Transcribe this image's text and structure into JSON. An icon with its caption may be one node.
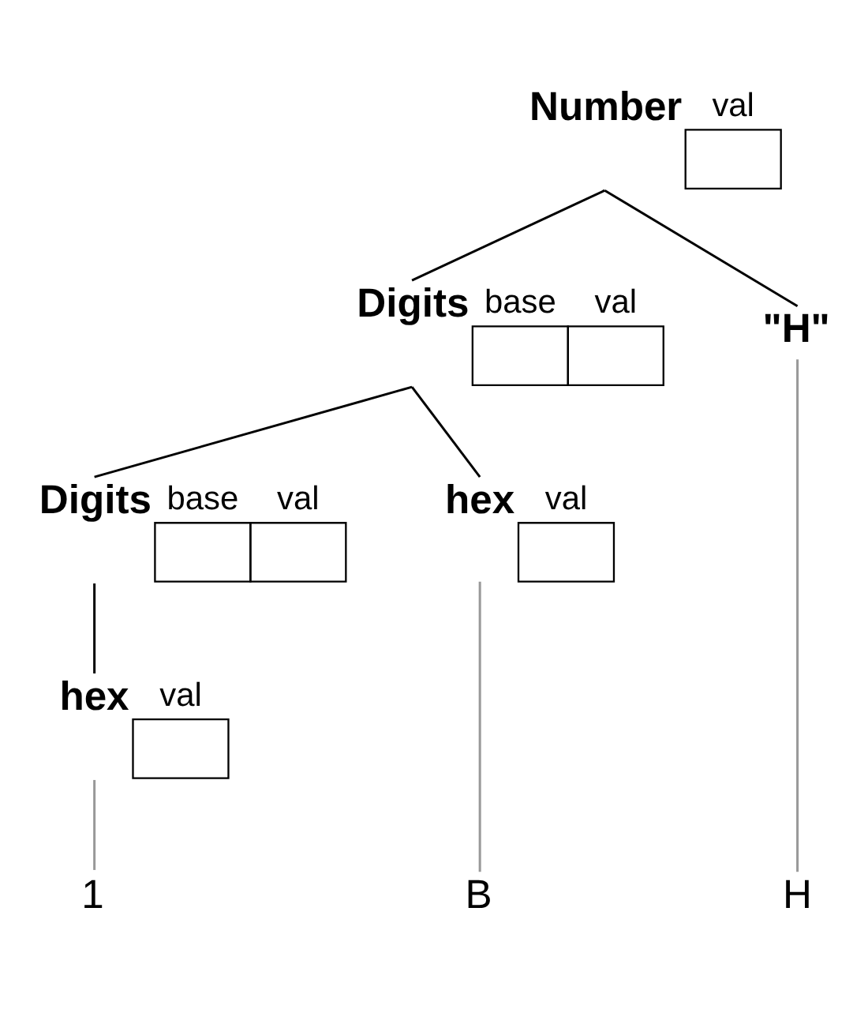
{
  "diagram": {
    "nodes": [
      {
        "text": [
          "Number"
        ],
        "beside": [
          "val"
        ]
      },
      {
        "text": [
          "Digits"
        ],
        "beside": [
          "base",
          "val"
        ]
      },
      {
        "text": [
          "\"H\""
        ]
      },
      {
        "text": [
          "Digits"
        ],
        "beside": [
          "base",
          "val"
        ]
      },
      {
        "text": [
          "hex"
        ],
        "beside": [
          "val"
        ]
      },
      {
        "text": [
          "hex"
        ],
        "beside": [
          "val"
        ]
      },
      {
        "text": [
          "1"
        ]
      },
      {
        "text": [
          "B"
        ]
      },
      {
        "text": [
          "H"
        ]
      }
    ],
    "edges": [
      {
        "from": 0,
        "to": 1,
        "arrow": "none"
      },
      {
        "from": 0,
        "to": 2,
        "arrow": "none"
      },
      {
        "from": 1,
        "to": 3,
        "arrow": "none"
      },
      {
        "from": 1,
        "to": 4,
        "arrow": "none"
      },
      {
        "from": 3,
        "to": 5,
        "arrow": "none"
      },
      {
        "from": 5,
        "to": 6,
        "arrow": "none",
        "color": "#999999"
      },
      {
        "from": 4,
        "to": 7,
        "arrow": "none",
        "color": "#999999"
      },
      {
        "from": 2,
        "to": 8,
        "arrow": "none",
        "color": "#999999"
      }
    ]
  }
}
